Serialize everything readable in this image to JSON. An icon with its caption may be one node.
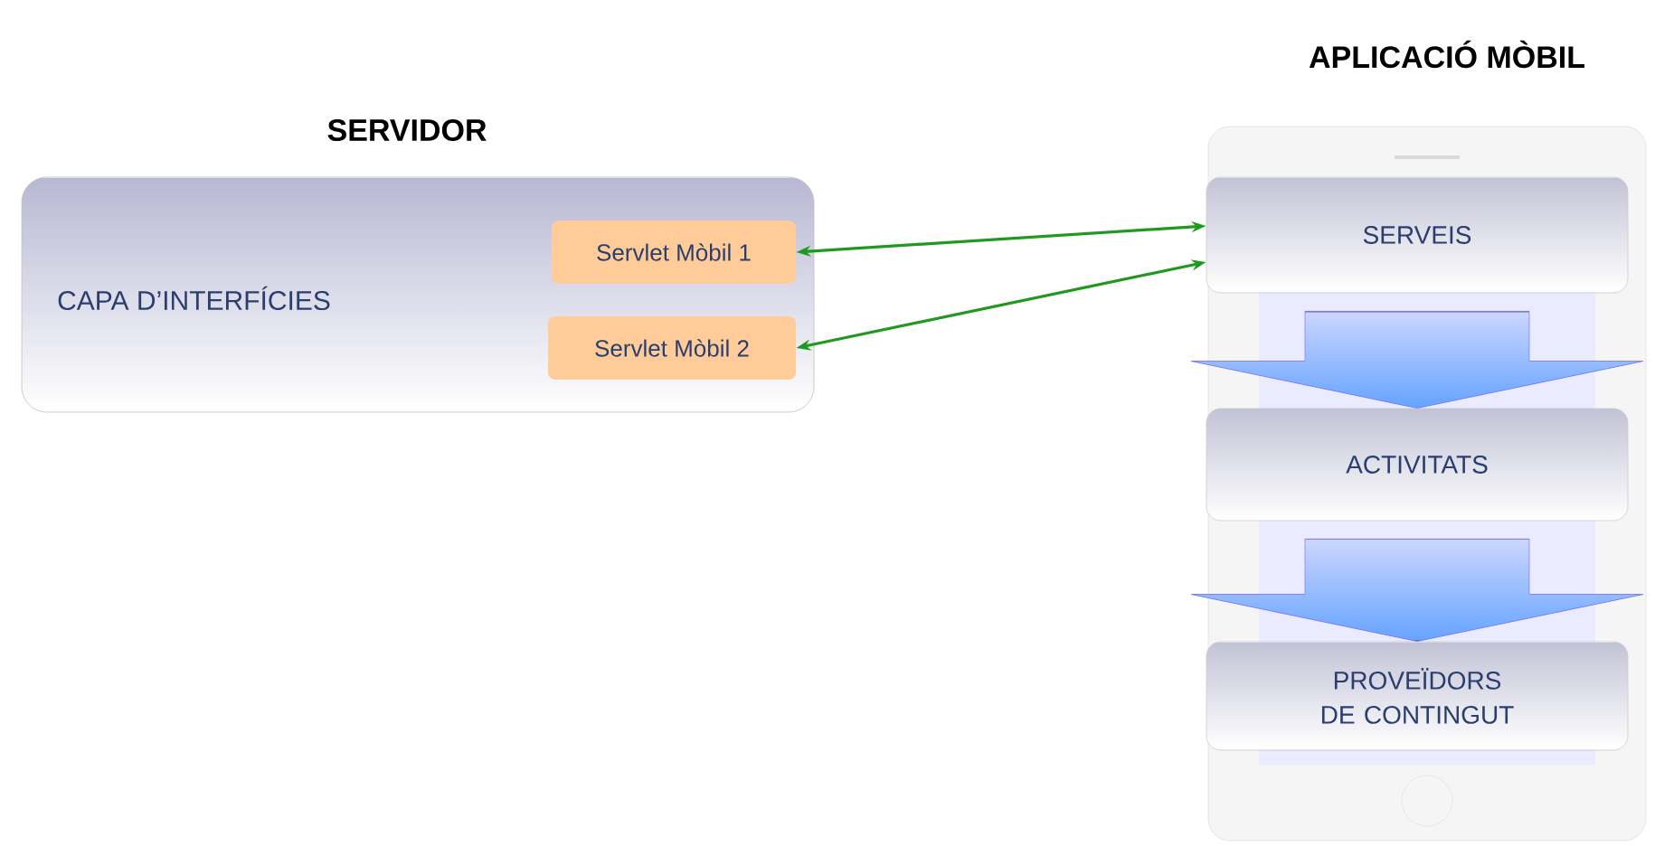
{
  "diagram": {
    "nodes": [
      {
        "text": [
          "SERVIDOR",
          "CAPA D’INTERFÍCIES"
        ]
      },
      {
        "text": [
          "Servlet Mòbil 1"
        ],
        "in": 0
      },
      {
        "text": [
          "Servlet Mòbil 2"
        ],
        "in": 0
      },
      {
        "text": [
          "APLICACIÓ MÒBIL"
        ]
      },
      {
        "text": [
          "SERVEIS"
        ],
        "in": 3
      },
      {
        "text": [
          "ACTIVITATS"
        ],
        "in": 3
      },
      {
        "text": [
          "PROVEÏDORS DE CONTINGUT"
        ],
        "in": 3
      }
    ],
    "edges": [
      {
        "from": 1,
        "to": 4,
        "arrow": "both",
        "color": "#1f9a1f"
      },
      {
        "from": 2,
        "to": 4,
        "arrow": "both",
        "color": "#1f9a1f"
      },
      {
        "from": 4,
        "to": 5,
        "arrow": "to",
        "style": "thick"
      },
      {
        "from": 5,
        "to": 6,
        "arrow": "to",
        "style": "thick"
      }
    ]
  }
}
